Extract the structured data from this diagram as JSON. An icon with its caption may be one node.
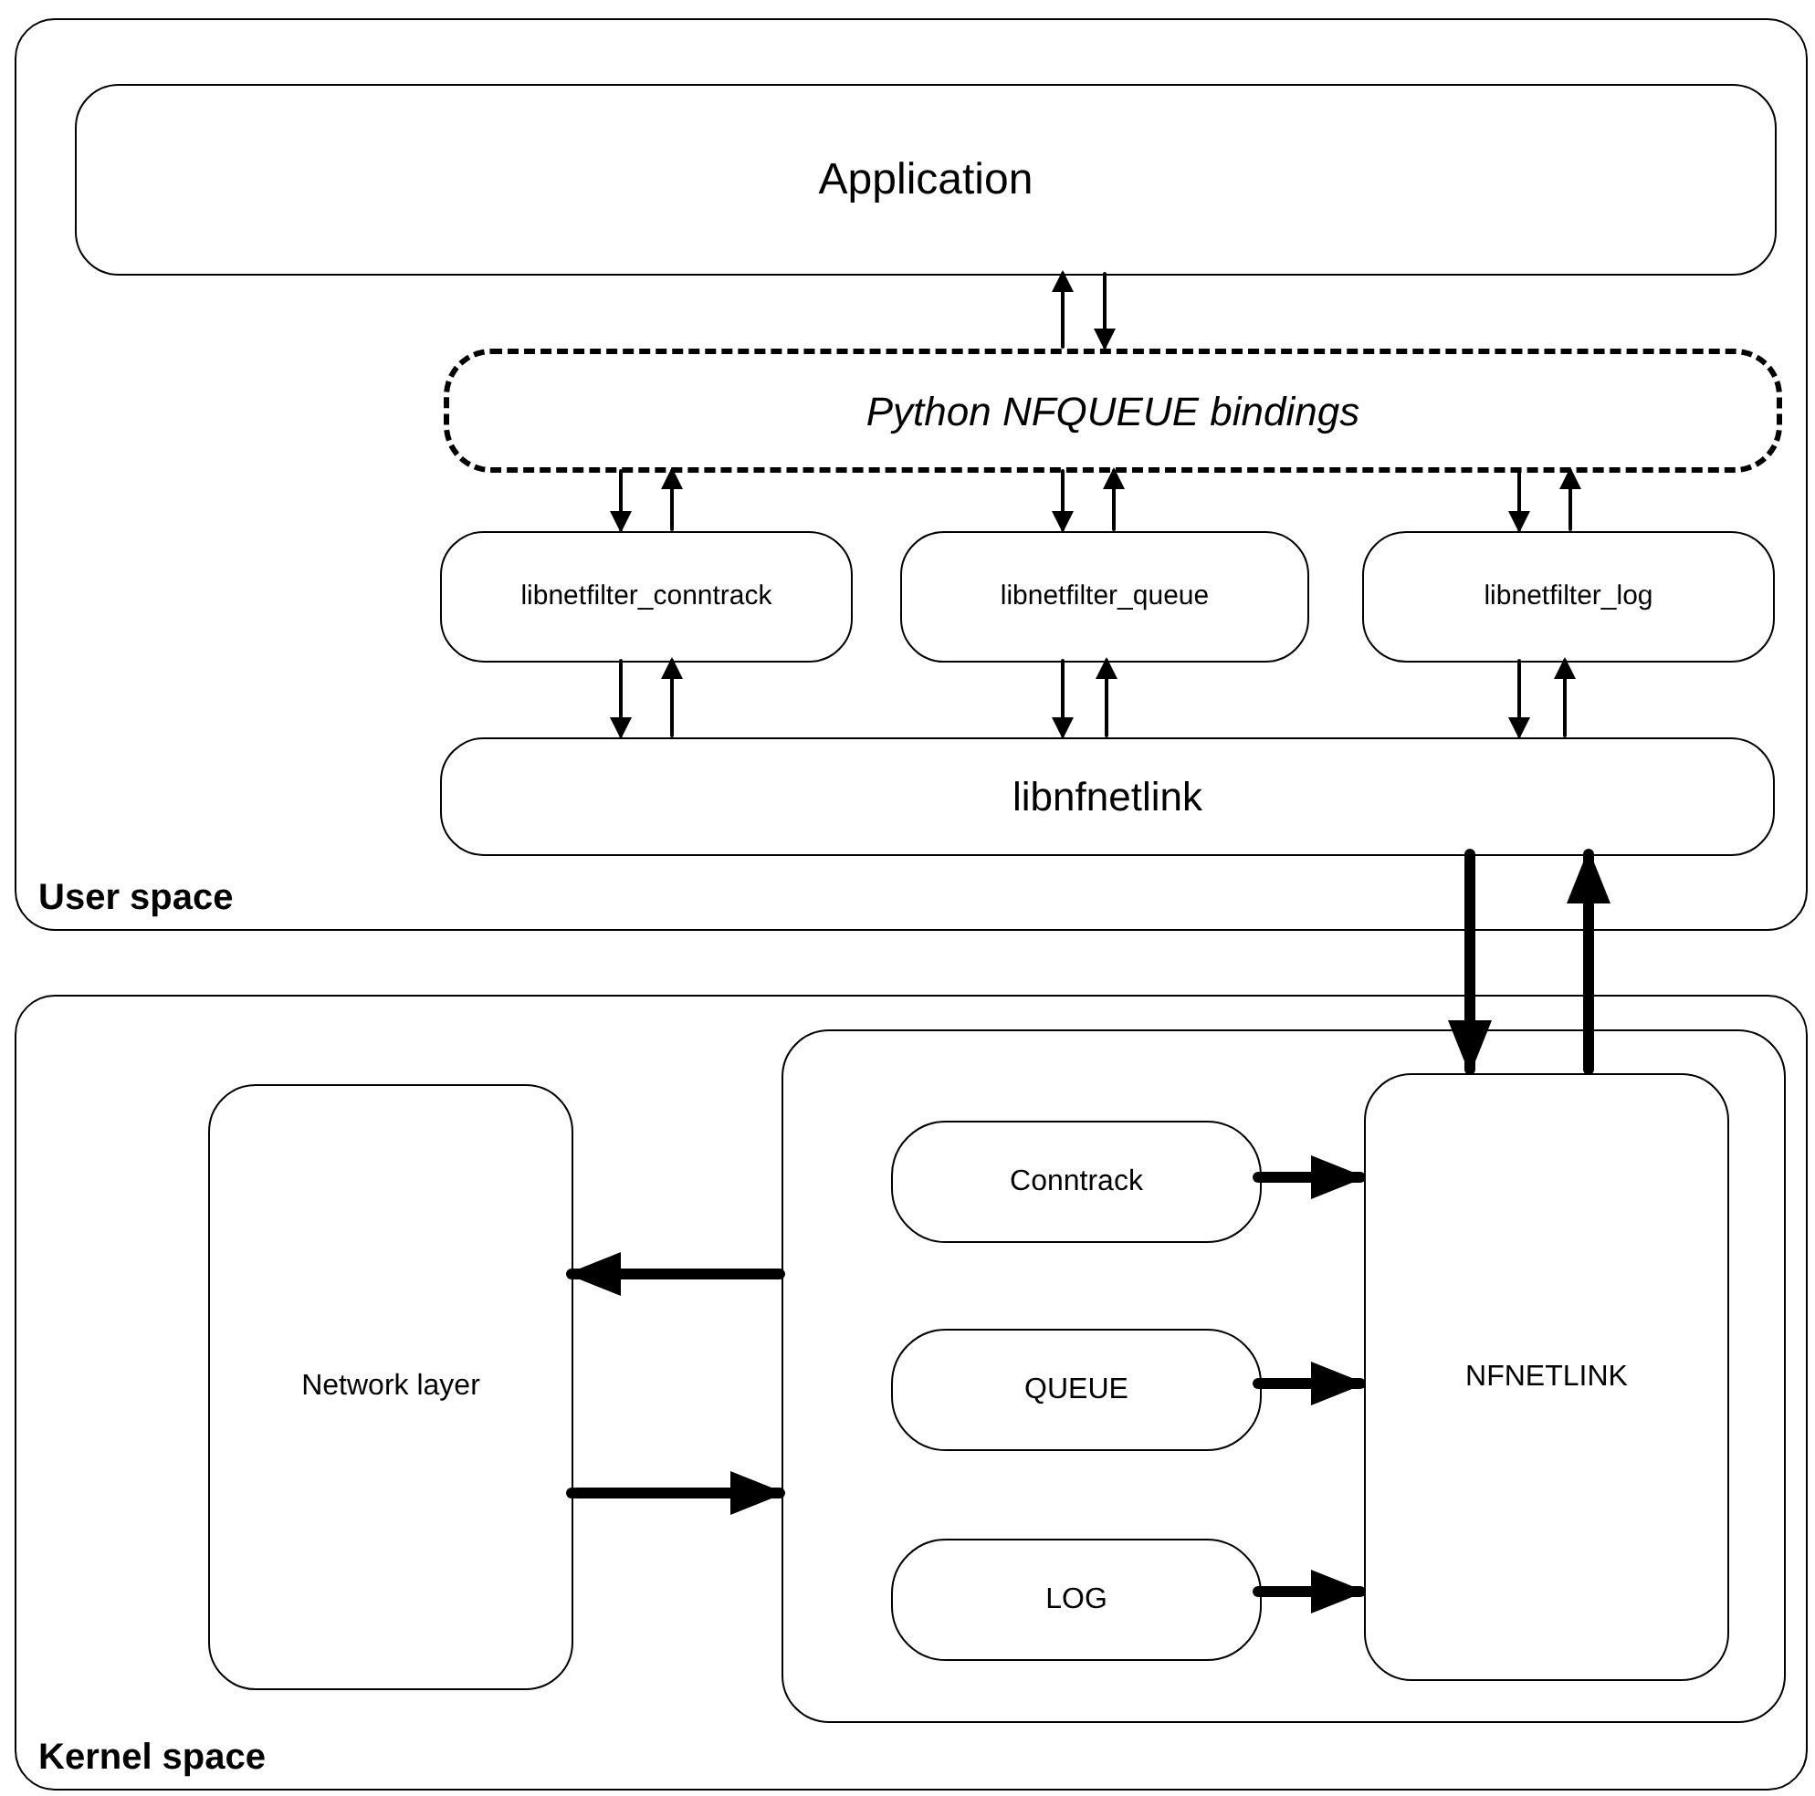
{
  "diagram": {
    "nodes": [
      {
        "text": [
          "User space"
        ]
      },
      {
        "text": [
          "Application"
        ],
        "in": 0
      },
      {
        "text": [
          "Python NFQUEUE bindings"
        ],
        "in": 0
      },
      {
        "text": [
          "libnetfilter_conntrack"
        ],
        "in": 0
      },
      {
        "text": [
          "libnetfilter_queue"
        ],
        "in": 0
      },
      {
        "text": [
          "libnetfilter_log"
        ],
        "in": 0
      },
      {
        "text": [
          "libnfnetlink"
        ],
        "in": 0
      },
      {
        "text": [
          "Kernel space"
        ]
      },
      {
        "text": [
          "Network layer"
        ],
        "in": 7
      },
      {
        "text": [],
        "shape": "box",
        "in": 7
      },
      {
        "text": [
          "Conntrack"
        ],
        "in": 9
      },
      {
        "text": [
          "QUEUE"
        ],
        "in": 9
      },
      {
        "text": [
          "LOG"
        ],
        "in": 9
      },
      {
        "text": [
          "NFNETLINK"
        ],
        "in": 9
      }
    ],
    "edges": [
      {
        "from": 2,
        "to": 1,
        "arrow": "to"
      },
      {
        "from": 1,
        "to": 2,
        "arrow": "to"
      },
      {
        "from": 2,
        "to": 3,
        "arrow": "to"
      },
      {
        "from": 3,
        "to": 2,
        "arrow": "to"
      },
      {
        "from": 2,
        "to": 4,
        "arrow": "to"
      },
      {
        "from": 4,
        "to": 2,
        "arrow": "to"
      },
      {
        "from": 2,
        "to": 5,
        "arrow": "to"
      },
      {
        "from": 5,
        "to": 2,
        "arrow": "to"
      },
      {
        "from": 3,
        "to": 6,
        "arrow": "to"
      },
      {
        "from": 6,
        "to": 3,
        "arrow": "to"
      },
      {
        "from": 4,
        "to": 6,
        "arrow": "to"
      },
      {
        "from": 6,
        "to": 4,
        "arrow": "to"
      },
      {
        "from": 5,
        "to": 6,
        "arrow": "to"
      },
      {
        "from": 6,
        "to": 5,
        "arrow": "to"
      },
      {
        "from": 6,
        "to": 13,
        "arrow": "to",
        "style": "thick"
      },
      {
        "from": 13,
        "to": 6,
        "arrow": "to",
        "style": "thick"
      },
      {
        "from": 9,
        "to": 8,
        "arrow": "to",
        "style": "thick"
      },
      {
        "from": 8,
        "to": 9,
        "arrow": "to",
        "style": "thick"
      },
      {
        "from": 10,
        "to": 13,
        "arrow": "to",
        "style": "thick"
      },
      {
        "from": 11,
        "to": 13,
        "arrow": "to",
        "style": "thick"
      },
      {
        "from": 12,
        "to": 13,
        "arrow": "to",
        "style": "thick"
      }
    ]
  }
}
